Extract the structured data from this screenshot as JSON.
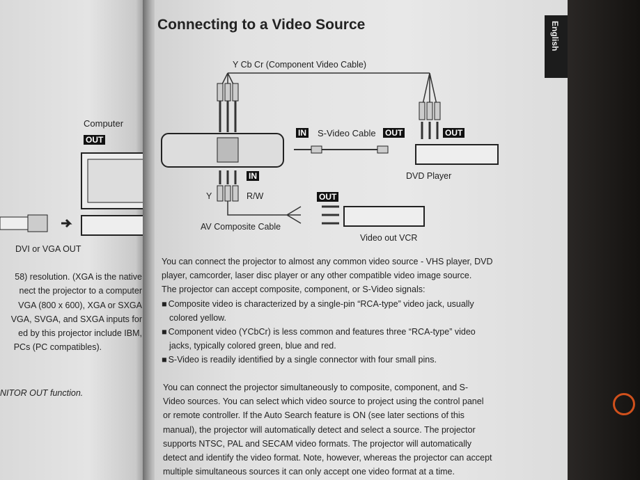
{
  "left_page": {
    "diagram": {
      "label": "Computer",
      "out_tag": "OUT",
      "caption": "DVI or VGA OUT"
    },
    "lines": [
      "58) resolution. (XGA is the native",
      "nect the projector to a computer",
      "VGA (800 x 600), XGA or SXGA",
      "VGA, SVGA, and SXGA inputs for",
      "ed by this projector include IBM,",
      "PCs (PC compatibles)."
    ],
    "note": "NITOR OUT function."
  },
  "tab": "English",
  "right_page": {
    "title": "Connecting to a Video Source",
    "diagram": {
      "component_label": "Y  Cb  Cr (Component Video Cable)",
      "in_tag": "IN",
      "svideo_label": "S-Video Cable",
      "out_tag": "OUT",
      "dvd_out_tag": "OUT",
      "dvd_label": "DVD Player",
      "composite_in_tag": "IN",
      "y_label": "Y",
      "rw_label": "R/W",
      "vcr_out_tag": "OUT",
      "av_label": "AV Composite Cable",
      "vcr_label": "Video out VCR"
    },
    "para1": [
      "You can connect the projector to almost any common video source - VHS player, DVD",
      "player, camcorder, laser disc player or any other compatible video image source.",
      "The projector can accept composite, component, or S-Video signals:"
    ],
    "bullets": [
      [
        "Composite video is characterized by a single-pin “RCA-type” video jack, usually",
        "colored yellow."
      ],
      [
        "Component video (YCbCr) is less common and features three “RCA-type” video",
        "jacks, typically colored green, blue and red."
      ],
      [
        "S-Video is readily identified by a single connector with four small pins."
      ]
    ],
    "para2": [
      "You can connect the projector simultaneously to composite, component, and S-",
      "Video sources. You can select which video source to project using the control panel",
      "or remote controller. If the Auto Search feature is ON (see later sections of this",
      "manual), the projector will automatically detect and select a source. The projector",
      "supports NTSC, PAL and SECAM video formats. The projector will automatically",
      "detect and identify the video format. Note, however, whereas the projector can accept",
      "multiple simultaneous sources it can only accept one video format at a time."
    ]
  }
}
